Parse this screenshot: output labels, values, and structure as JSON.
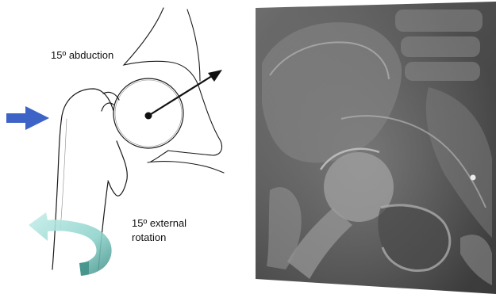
{
  "labels": {
    "abduction": "15º abduction",
    "external_rotation_line1": "15º external",
    "external_rotation_line2": "rotation"
  },
  "colors": {
    "push_arrow": "#3d63c6",
    "rotation_arrow": "#9ad9d3",
    "line_art": "#111111",
    "xray_bg": "#5a5a5a"
  },
  "icons": {
    "push_arrow": "arrow-right-icon",
    "rotation_arrow": "curved-arrow-icon",
    "direction_arrow": "arrow-up-right-icon"
  }
}
